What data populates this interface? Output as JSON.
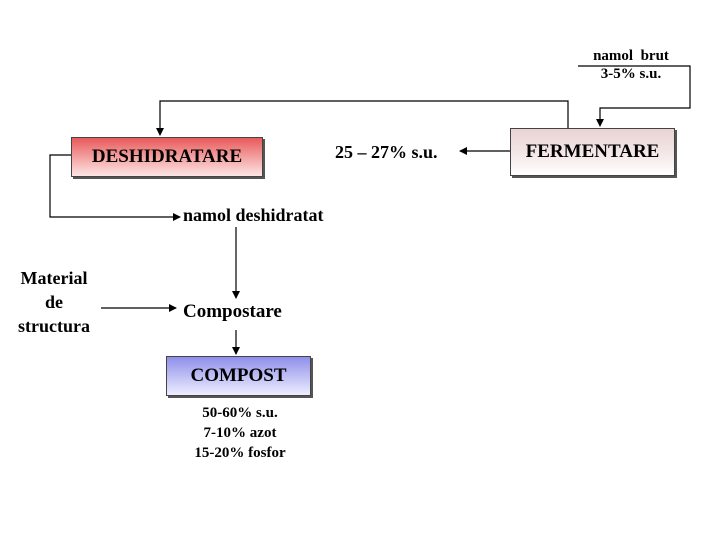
{
  "nodes": {
    "namol_brut": {
      "line1": "namol  brut",
      "line2": "3-5% s.u."
    },
    "fermentare": "FERMENTARE",
    "deshidratare": "DESHIDRATARE",
    "su_output": "25 – 27% s.u.",
    "namol_deshidratat": "namol deshidratat",
    "material": {
      "line1": "Material",
      "line2": "de",
      "line3": "structura"
    },
    "compostare": "Compostare",
    "compost": "COMPOST",
    "compost_specs": [
      "50-60% s.u.",
      "7-10% azot",
      "15-20% fosfor"
    ]
  },
  "colors": {
    "deshidratare_fill": "#e85a5a",
    "fermentare_fill": "#e9d3d3",
    "compost_fill": "#8f8fea",
    "line": "#000000"
  }
}
